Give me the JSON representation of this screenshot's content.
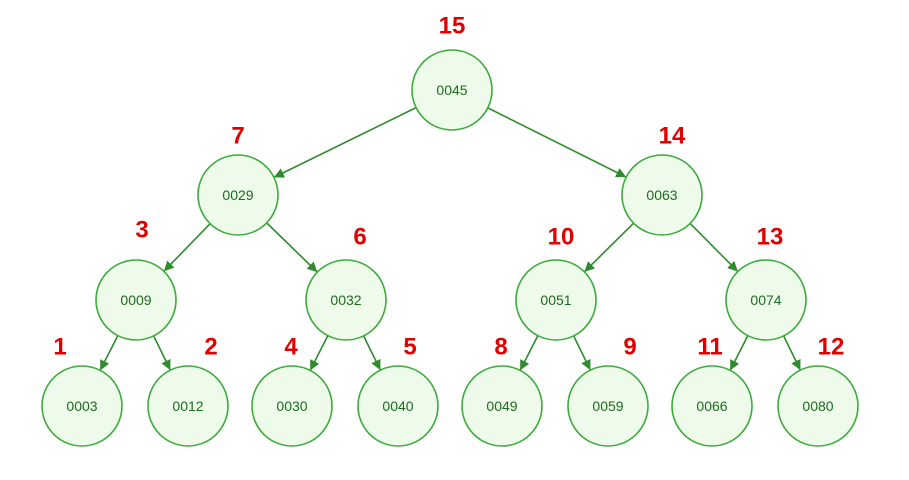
{
  "tree": {
    "accent_color": "#3cab3c",
    "edge_color": "#2e8b2e",
    "order_color": "#e00000",
    "nodes": [
      {
        "id": "n0045",
        "label": "0045",
        "order": "15",
        "parent": null
      },
      {
        "id": "n0029",
        "label": "0029",
        "order": "7",
        "parent": "n0045"
      },
      {
        "id": "n0063",
        "label": "0063",
        "order": "14",
        "parent": "n0045"
      },
      {
        "id": "n0009",
        "label": "0009",
        "order": "3",
        "parent": "n0029"
      },
      {
        "id": "n0032",
        "label": "0032",
        "order": "6",
        "parent": "n0029"
      },
      {
        "id": "n0051",
        "label": "0051",
        "order": "10",
        "parent": "n0063"
      },
      {
        "id": "n0074",
        "label": "0074",
        "order": "13",
        "parent": "n0063"
      },
      {
        "id": "n0003",
        "label": "0003",
        "order": "1",
        "parent": "n0009"
      },
      {
        "id": "n0012",
        "label": "0012",
        "order": "2",
        "parent": "n0009"
      },
      {
        "id": "n0030",
        "label": "0030",
        "order": "4",
        "parent": "n0032"
      },
      {
        "id": "n0040",
        "label": "0040",
        "order": "5",
        "parent": "n0032"
      },
      {
        "id": "n0049",
        "label": "0049",
        "order": "8",
        "parent": "n0051"
      },
      {
        "id": "n0059",
        "label": "0059",
        "order": "9",
        "parent": "n0051"
      },
      {
        "id": "n0066",
        "label": "0066",
        "order": "11",
        "parent": "n0074"
      },
      {
        "id": "n0080",
        "label": "0080",
        "order": "12",
        "parent": "n0074"
      }
    ]
  }
}
